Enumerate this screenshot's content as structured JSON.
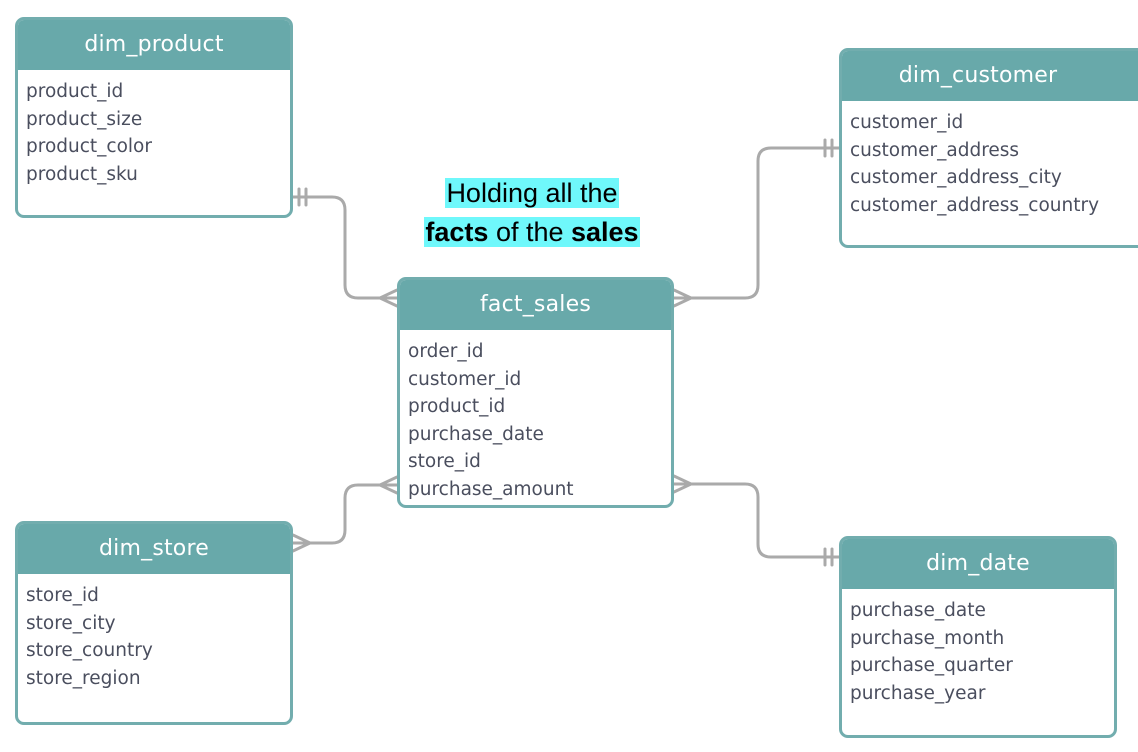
{
  "annotation": {
    "line1": "Holding all the",
    "line2_bold_a": "facts",
    "line2_mid": " of the ",
    "line2_bold_b": "sales",
    "highlight_color": "#6ff8fb"
  },
  "colors": {
    "header": "#68a9aa",
    "border": "#72adae",
    "connector": "#aaaaaa",
    "field_text": "#4a4e5e"
  },
  "tables": {
    "dim_product": {
      "title": "dim_product",
      "fields": [
        "product_id",
        "product_size",
        "product_color",
        "product_sku"
      ]
    },
    "dim_customer": {
      "title": "dim_customer",
      "fields": [
        "customer_id",
        "customer_address",
        "customer_address_city",
        "customer_address_country"
      ]
    },
    "fact_sales": {
      "title": "fact_sales",
      "fields": [
        "order_id",
        "customer_id",
        "product_id",
        "purchase_date",
        "store_id",
        "purchase_amount"
      ]
    },
    "dim_store": {
      "title": "dim_store",
      "fields": [
        "store_id",
        "store_city",
        "store_country",
        "store_region"
      ]
    },
    "dim_date": {
      "title": "dim_date",
      "fields": [
        "purchase_date",
        "purchase_month",
        "purchase_quarter",
        "purchase_year"
      ]
    }
  },
  "relationships": [
    {
      "from": "dim_product",
      "to": "fact_sales",
      "from_cardinality": "one-and-only-one",
      "to_cardinality": "many"
    },
    {
      "from": "dim_customer",
      "to": "fact_sales",
      "from_cardinality": "one-and-only-one",
      "to_cardinality": "many"
    },
    {
      "from": "dim_store",
      "to": "fact_sales",
      "from_cardinality": "many",
      "to_cardinality": "many"
    },
    {
      "from": "dim_date",
      "to": "fact_sales",
      "from_cardinality": "one-and-only-one",
      "to_cardinality": "many"
    }
  ]
}
